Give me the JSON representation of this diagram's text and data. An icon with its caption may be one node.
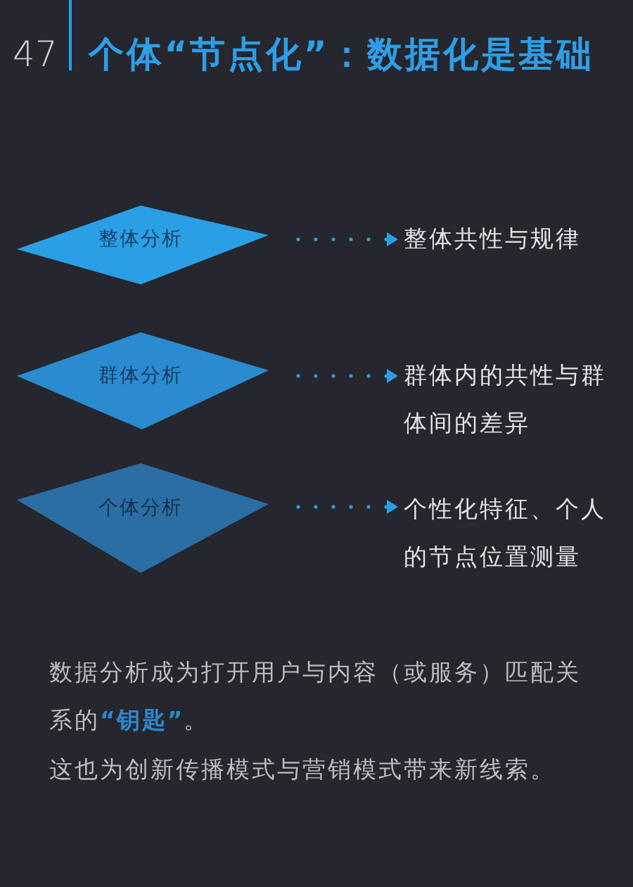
{
  "diagram": {
    "title": "个体“节点化”：数据化是基础",
    "nodes": [
      {
        "text": [
          "整体分析"
        ]
      },
      {
        "text": [
          "整体共性与规律"
        ]
      },
      {
        "text": [
          "群体分析"
        ]
      },
      {
        "text": [
          "群体内的共性与群体间的差异"
        ]
      },
      {
        "text": [
          "个体分析"
        ]
      },
      {
        "text": [
          "个性化特征、个人的节点位置测量"
        ]
      }
    ],
    "edges": [
      {
        "from": 0,
        "to": 1,
        "arrow": "to"
      },
      {
        "from": 2,
        "to": 3,
        "arrow": "to"
      },
      {
        "from": 4,
        "to": 5,
        "arrow": "to"
      }
    ],
    "labels": [
      "47",
      "数据分析成为打开用户与内容（或服务）匹配关系的**“钥匙”**。",
      "这也为创新传播模式与营销模式带来新线索。"
    ]
  }
}
